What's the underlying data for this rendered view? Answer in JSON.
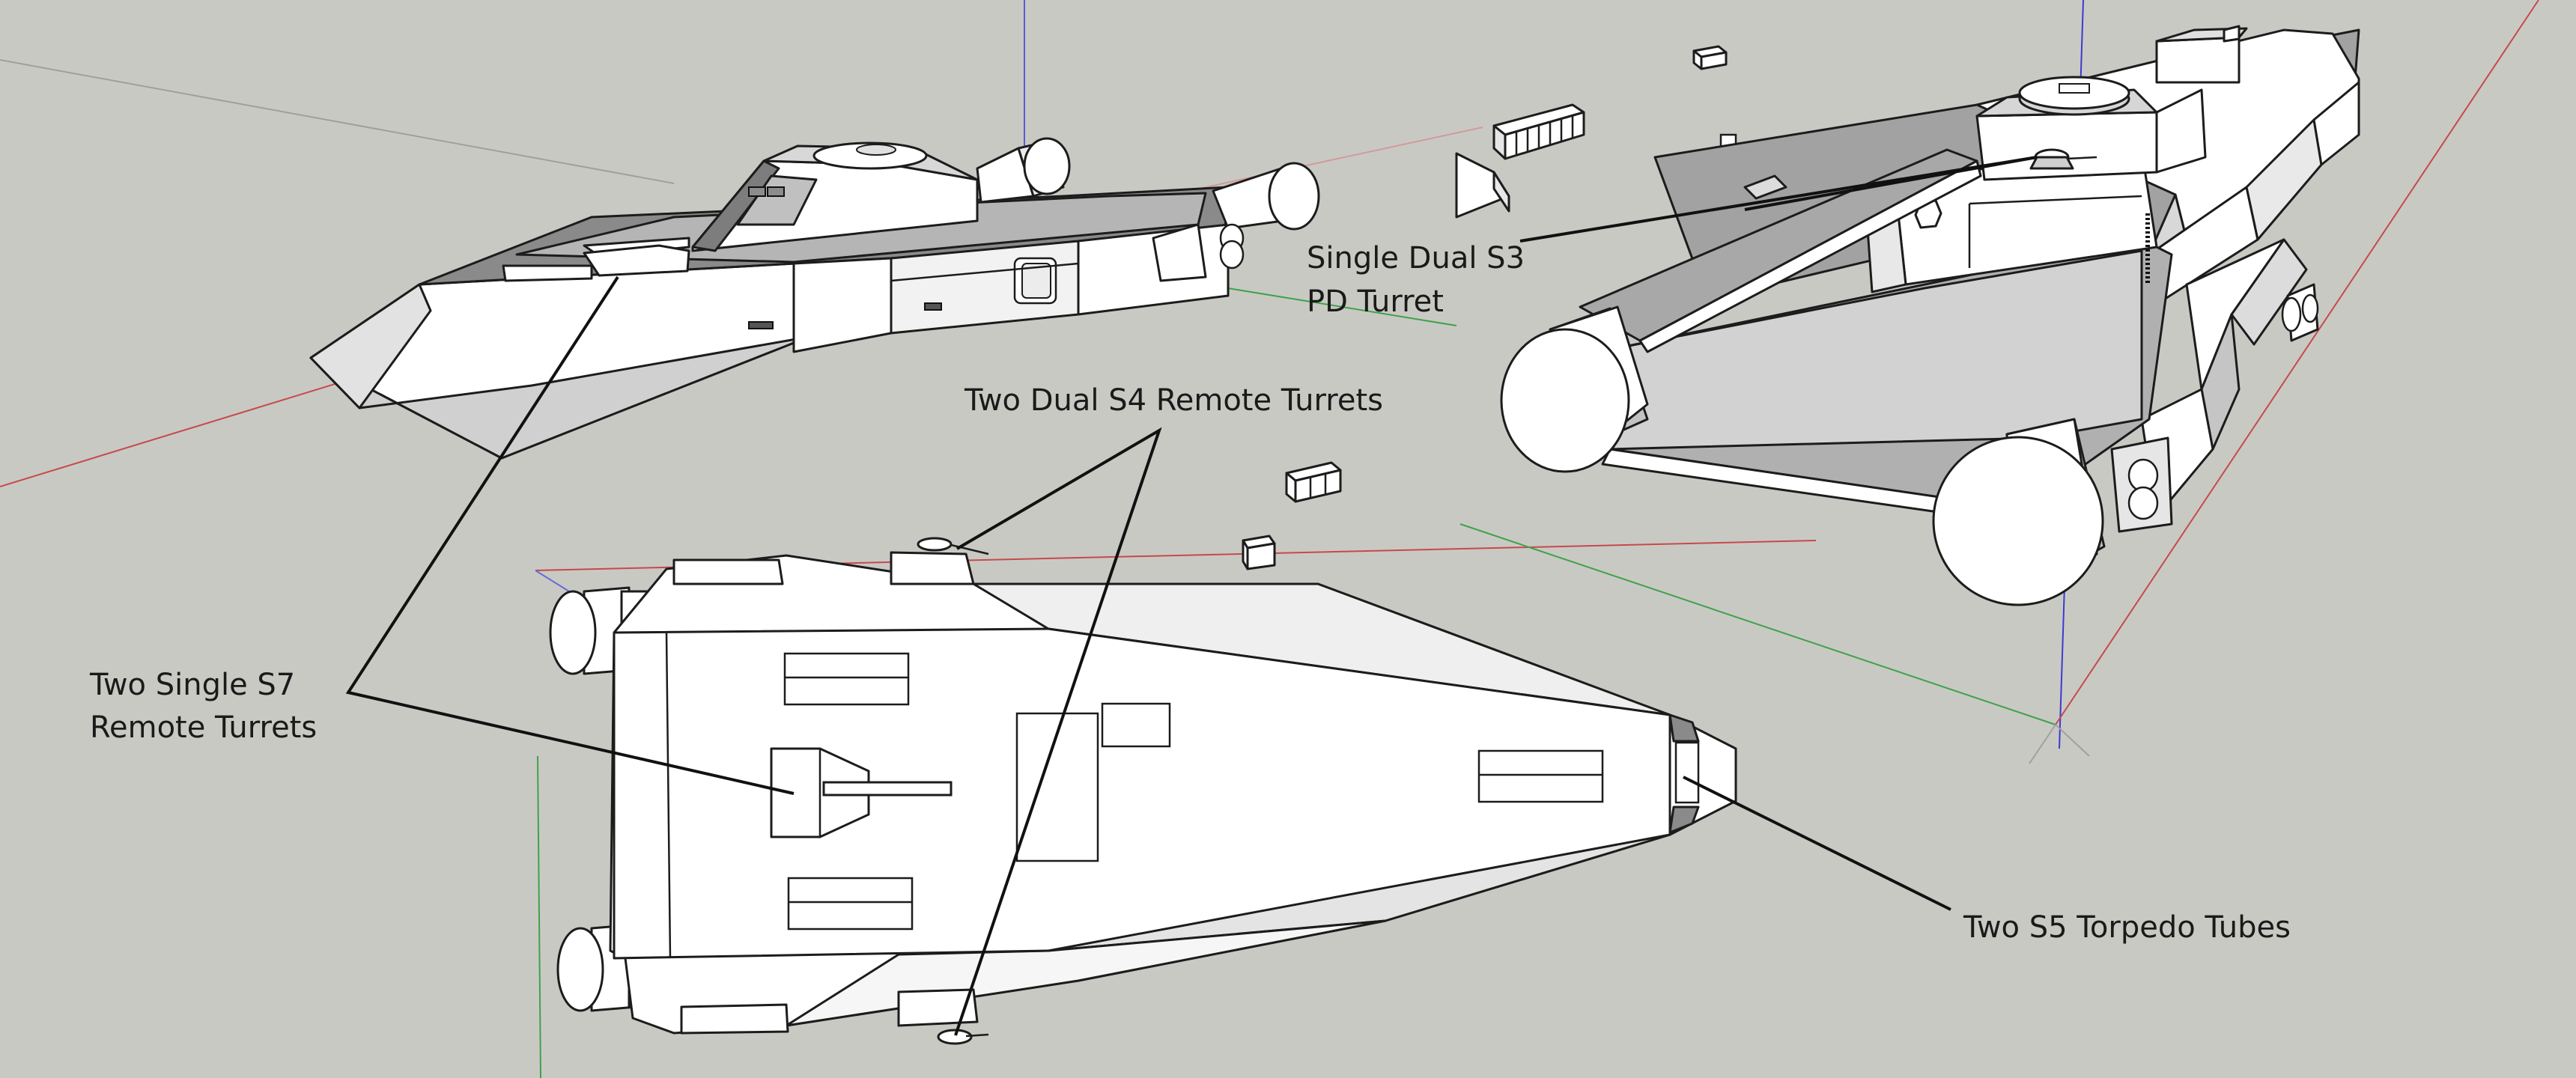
{
  "scene": {
    "background_color": "#c9c9c4",
    "axis_colors": {
      "red": "#c64a4a",
      "green": "#3fa24a",
      "blue": "#3b3bd0"
    },
    "hull_colors": {
      "light": "#ffffff",
      "mid": "#d9d9d9",
      "shade": "#a8a8a8",
      "dark": "#6e6e6e"
    }
  },
  "annotations": {
    "pd_turret": {
      "line1": "Single Dual S3",
      "line2": "PD Turret"
    },
    "s4_turrets": {
      "line1": "Two Dual S4 Remote Turrets"
    },
    "s7_turrets": {
      "line1": "Two Single S7",
      "line2": "Remote Turrets"
    },
    "torpedo_tubes": {
      "line1": "Two S5 Torpedo Tubes"
    }
  }
}
